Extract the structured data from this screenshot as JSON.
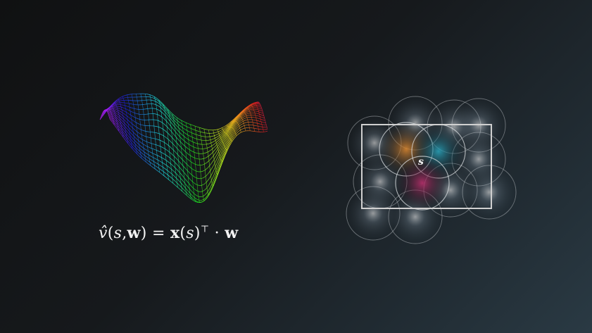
{
  "formula": {
    "hat_v": "v̂",
    "open": "(",
    "s1": "s",
    "comma": ",",
    "w1": "w",
    "close_eq": ") = ",
    "x": "x",
    "open2": "(",
    "s2": "s",
    "close2": ")",
    "transpose": "⊤",
    "dot": " · ",
    "w2": "w"
  },
  "coding": {
    "state_label": "s"
  },
  "colors": {
    "circle_stroke": "#c8ccd0",
    "rect_stroke": "#d0d0d0",
    "active_orange": "#d9822b",
    "active_teal": "#2aa3b8",
    "active_magenta": "#b02a6a"
  },
  "icons": {
    "surface": "wireframe-surface-icon",
    "coding": "coarse-coding-diagram"
  }
}
